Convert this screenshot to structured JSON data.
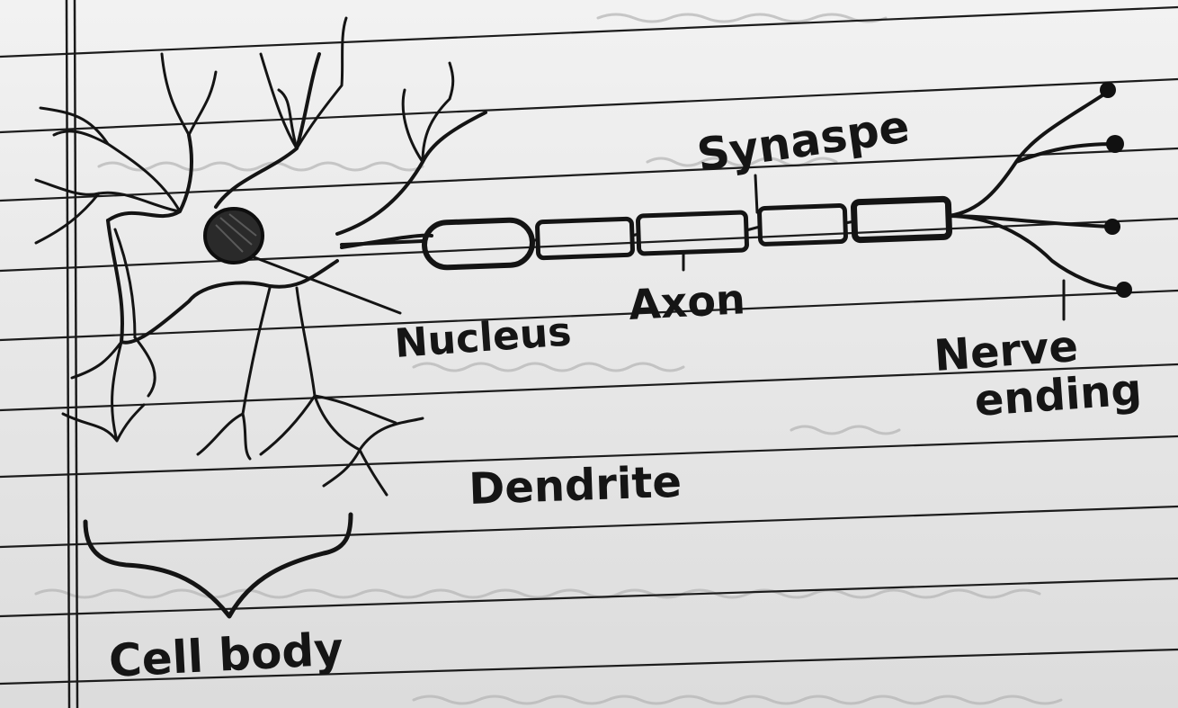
{
  "diagram": {
    "labels": {
      "synapse": "Synaspe",
      "axon": "Axon",
      "nucleus": "Nucleus",
      "nerve_ending_line1": "Nerve",
      "nerve_ending_line2": "ending",
      "dendrite": "Dendrite",
      "cell_body": "Cell body"
    }
  }
}
